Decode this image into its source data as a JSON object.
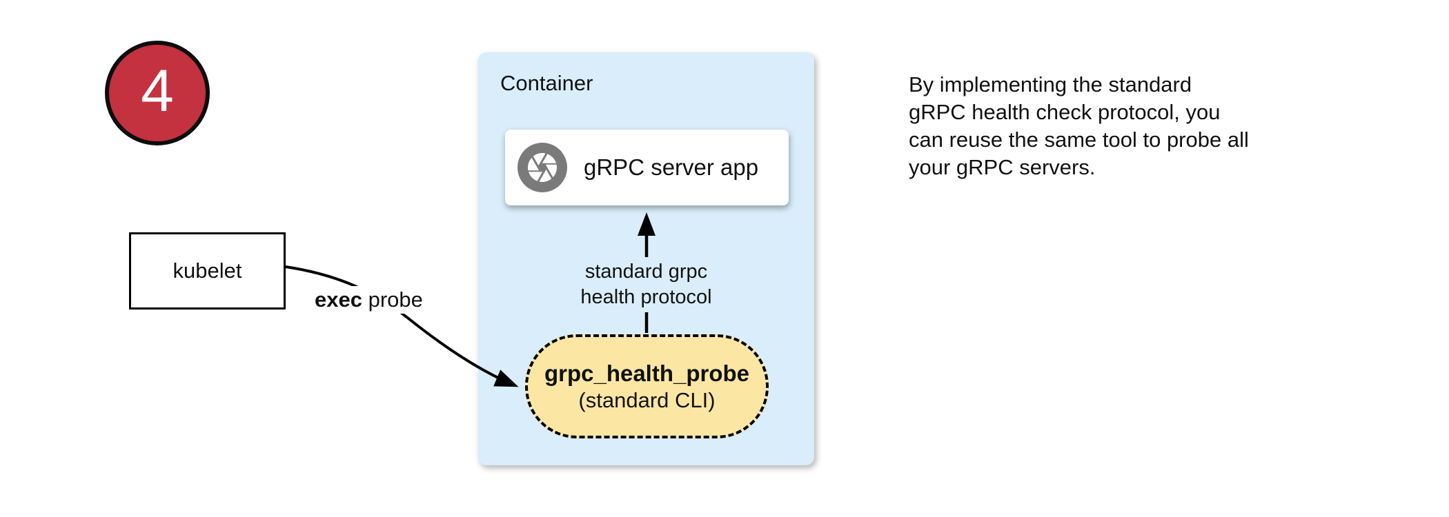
{
  "step_badge": {
    "number": "4"
  },
  "kubelet_box": {
    "label": "kubelet"
  },
  "exec_probe_label": {
    "bold": "exec",
    "rest": " probe"
  },
  "container": {
    "title": "Container",
    "server_app_box": {
      "icon": "grpc-aperture-icon",
      "label": "gRPC server app"
    },
    "protocol_arrow_label": {
      "line1": "standard grpc",
      "line2": "health protocol"
    },
    "probe_box": {
      "title": "grpc_health_probe",
      "subtitle": "(standard CLI)"
    }
  },
  "annotation": {
    "lines": [
      "By implementing the standard",
      "gRPC health check protocol, you",
      "can reuse the same tool to probe all",
      "your gRPC servers."
    ]
  },
  "colors": {
    "accent_red": "#C4313F",
    "container_blue": "#D9EDFA",
    "probe_yellow": "#FBE7A3",
    "icon_gray": "#7A7A7A",
    "arrow_black": "#000000"
  }
}
